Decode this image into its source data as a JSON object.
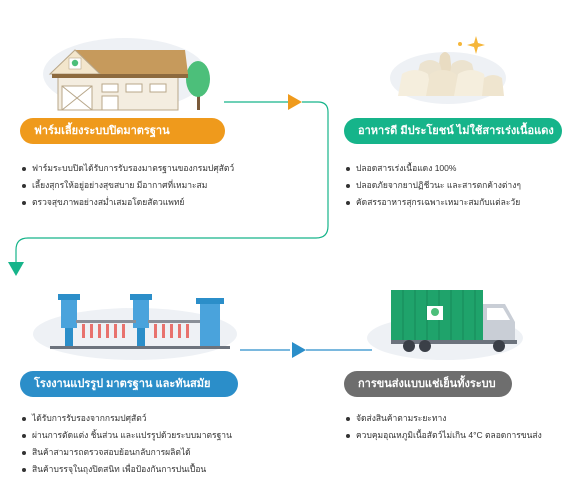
{
  "steps": [
    {
      "title": "ฟาร์มเลี้ยงระบบปิดมาตรฐาน",
      "color": "#ef9a1c",
      "illustration_icon": "barn-icon",
      "bullets": [
        "ฟาร์มระบบปิดได้รับการรับรองมาตรฐานของกรมปศุสัตว์",
        "เลี้ยงสุกรให้อยู่อย่างสุขสบาย มีอากาศที่เหมาะสม",
        "ตรวจสุขภาพอย่างสม่ำเสมอโดยสัตวแพทย์"
      ]
    },
    {
      "title": "อาหารดี มีประโยชน์ ไม่ใช้สารเร่งเนื้อแดง",
      "color": "#16b48a",
      "illustration_icon": "feed-sacks-icon",
      "bullets": [
        "ปลอดสารเร่งเนื้อแดง 100%",
        "ปลอดภัยจากยาปฏิชีวนะ และสารตกค้างต่างๆ",
        "คัดสรรอาหารสุกรเฉพาะเหมาะสมกับแต่ละวัย"
      ]
    },
    {
      "title": "โรงงานแปรรูป มาตรฐาน และทันสมัย",
      "color": "#2b8ec9",
      "illustration_icon": "factory-line-icon",
      "bullets": [
        "ได้รับการรับรองจากกรมปศุสัตว์",
        "ผ่านการตัดแต่ง ชิ้นส่วน และแปรรูปด้วยระบบมาตรฐาน",
        "สินค้าสามารถตรวจสอบย้อนกลับการผลิตได้",
        "สินค้าบรรจุในถุงปิดสนิท เพื่อป้องกันการปนเปื้อน"
      ]
    },
    {
      "title": "การขนส่งแบบแช่เย็นทั้งระบบ",
      "color": "#6e6e6e",
      "illustration_icon": "refrigerated-truck-icon",
      "bullets": [
        "จัดส่งสินค้าตามระยะทาง",
        "ควบคุมอุณหภูมิเนื้อสัตว์ไม่เกิน 4°C ตลอดการขนส่ง"
      ]
    }
  ],
  "colors": {
    "orange": "#ef9a1c",
    "green": "#16b48a",
    "blue": "#2b8ec9",
    "gray": "#6e6e6e",
    "truck_green": "#1fa36b"
  }
}
